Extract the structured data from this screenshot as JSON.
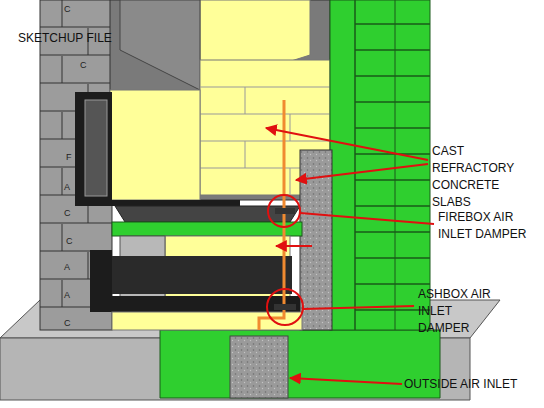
{
  "diagram": {
    "labels": [
      "SKETCHUP FILE",
      "CAST REFRACTORY CONCRETE SLABS",
      "FIREBOX AIR INLET DAMPER",
      "ASHBOX AIR INLET DAMPER",
      "OUTSIDE AIR INLET",
      "C",
      "F",
      "A",
      "C",
      "C",
      "A",
      "C",
      "C",
      "A"
    ]
  }
}
